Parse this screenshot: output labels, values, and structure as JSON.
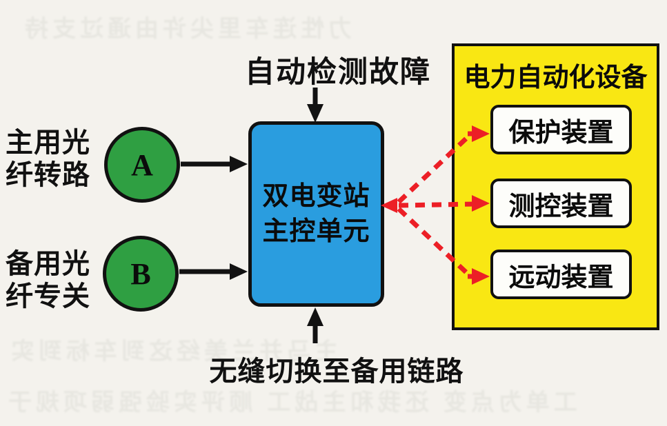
{
  "figure": {
    "type": "flow-diagram",
    "background_color": "#f4f2ed",
    "top_label": "自动检测故障",
    "bottom_label": "无缝切换至备用链路",
    "main_unit": {
      "line1": "双电变站",
      "line2": "主控单元",
      "fill_color": "#2a9ddf"
    },
    "input_a": {
      "caption_line1": "主用光",
      "caption_line2": "纤转路",
      "node_label": "A",
      "fill_color": "#2f9f42"
    },
    "input_b": {
      "caption_line1": "备用光",
      "caption_line2": "纤专关",
      "node_label": "B",
      "fill_color": "#2f9f42"
    },
    "device_panel": {
      "title": "电力自动化设备",
      "fill_color": "#f9e713",
      "devices": [
        {
          "label": "保护装置"
        },
        {
          "label": "测控装置"
        },
        {
          "label": "远动装置"
        }
      ]
    },
    "arrow_colors": {
      "solid": "#121212",
      "dashed_red": "#ec1f26"
    },
    "ghost_rows": [
      {
        "text": "力性连车里尖许由通过支持"
      },
      {
        "text": "主马并兰美经这到车标到实"
      },
      {
        "text": "工单为点变 还我和主战工 顺评实验强弱项规于"
      }
    ]
  }
}
